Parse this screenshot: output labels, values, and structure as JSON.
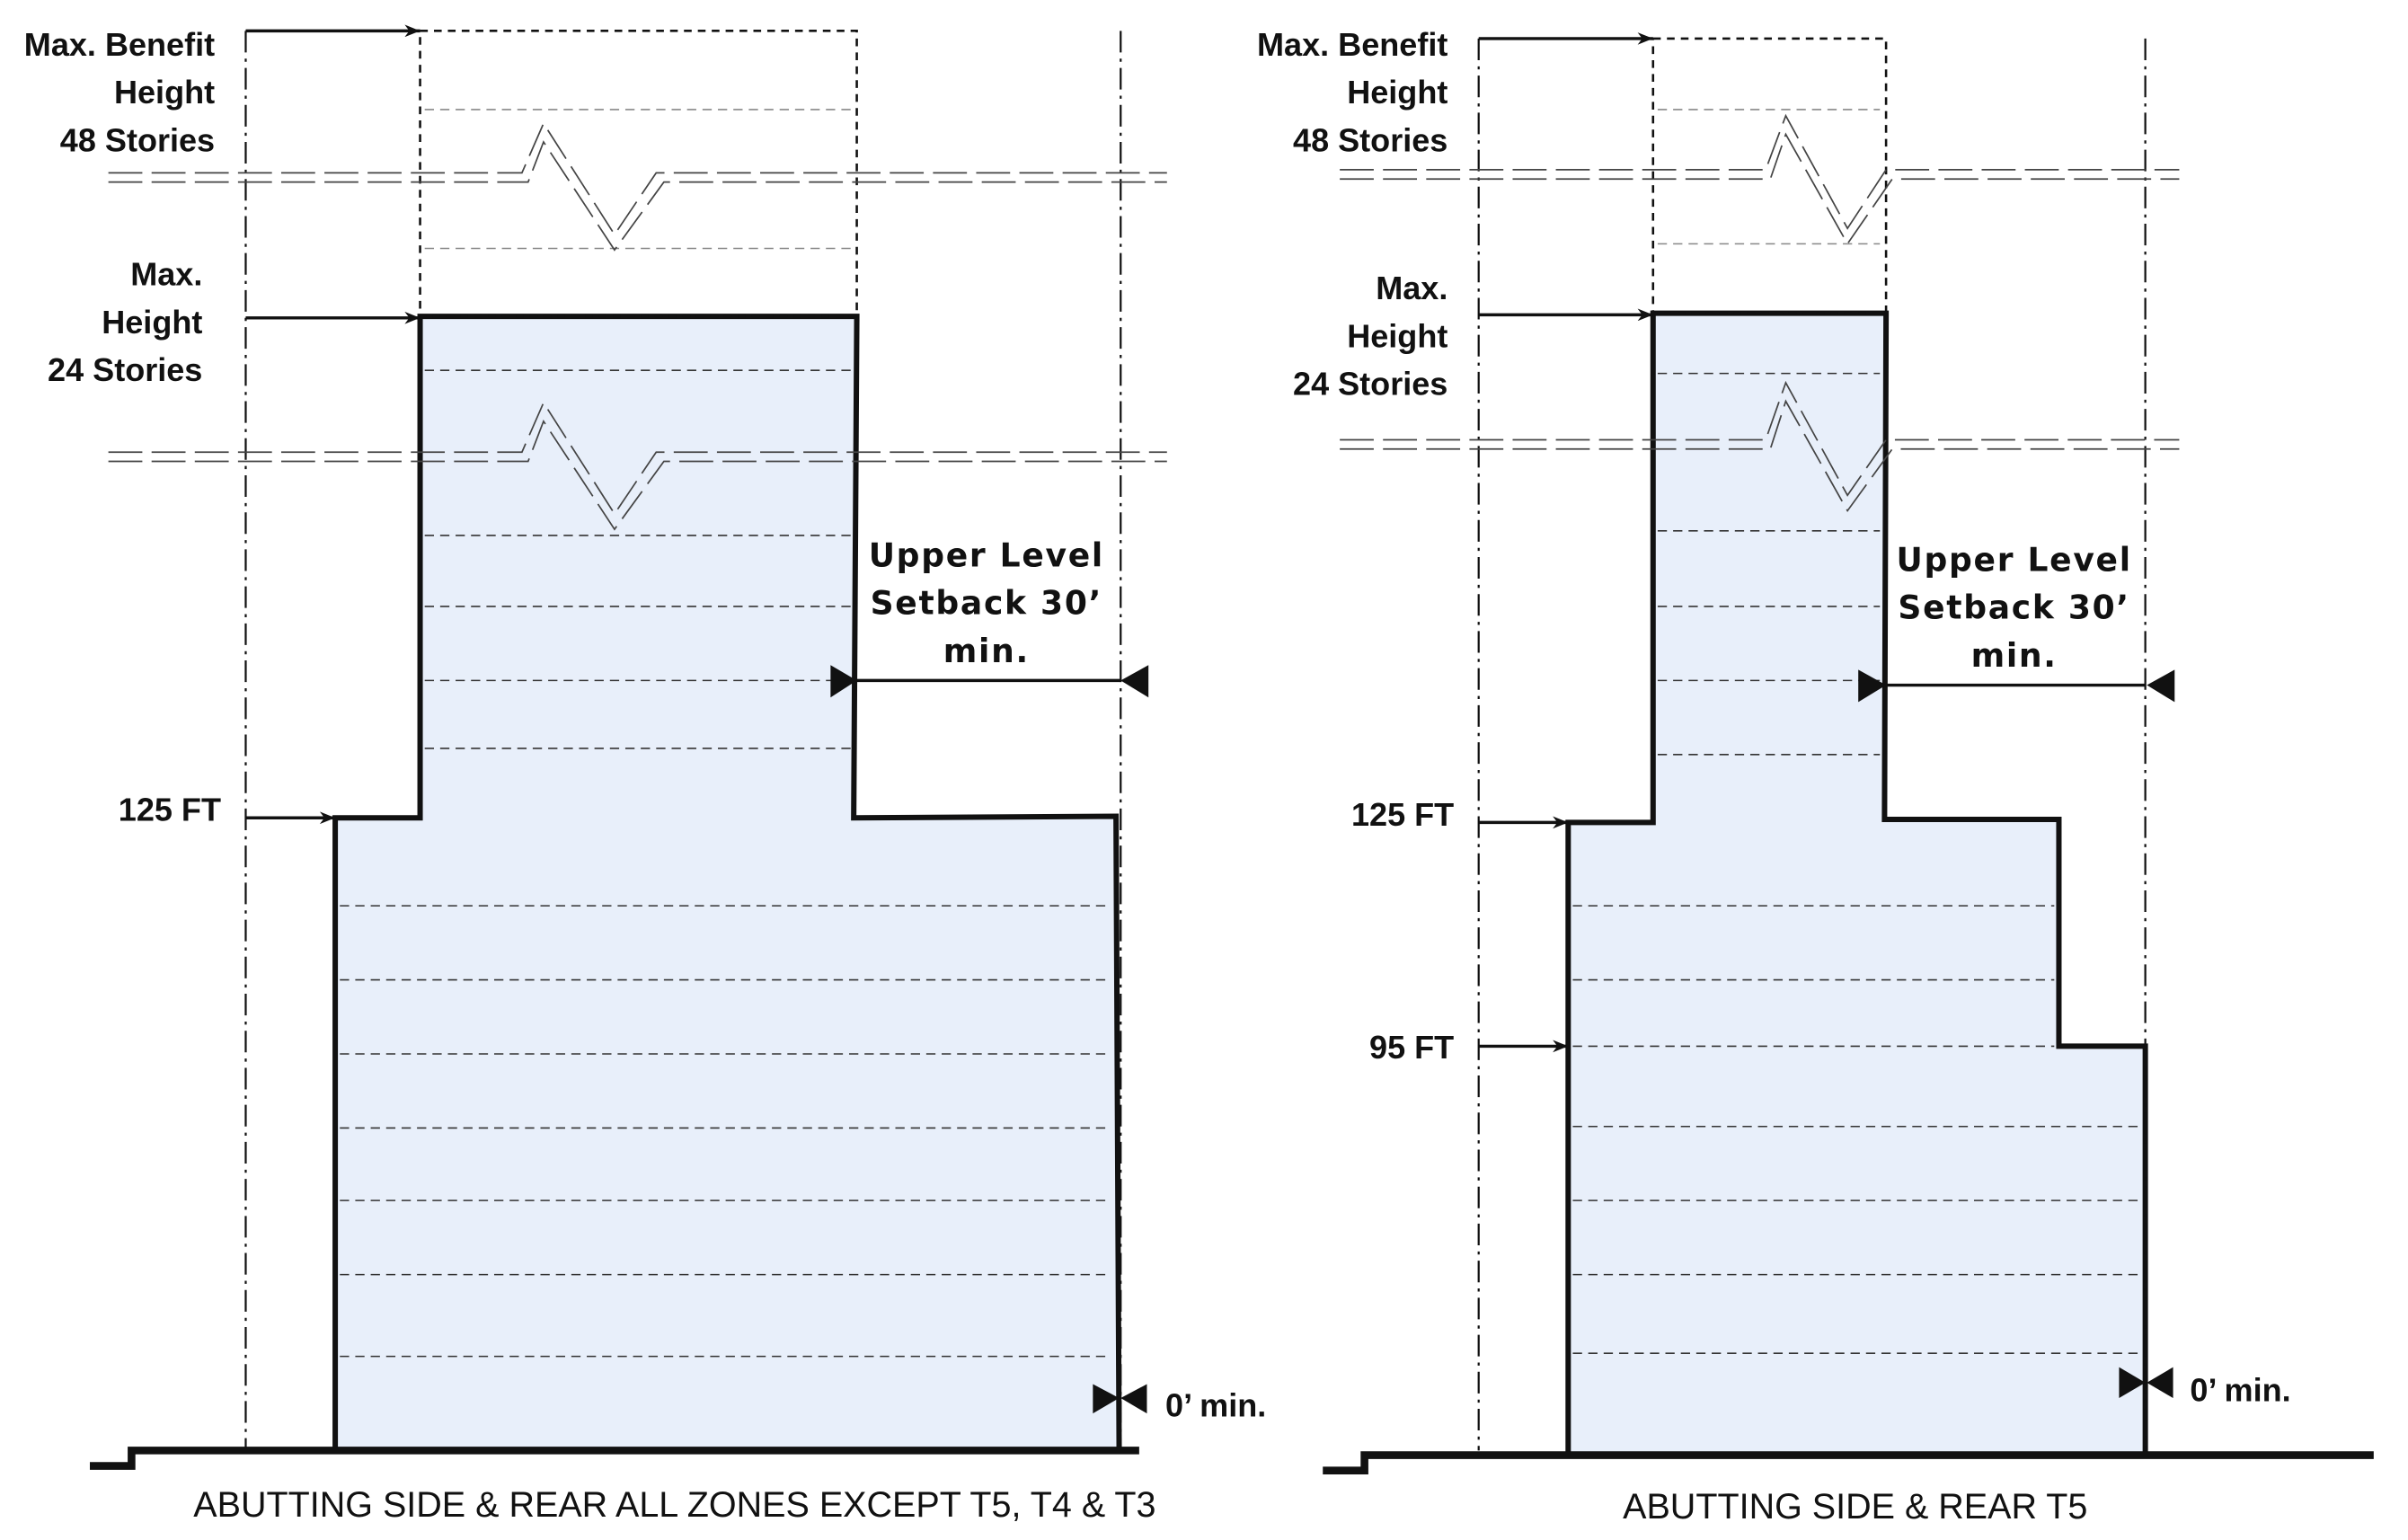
{
  "diagrams": [
    {
      "caption": "ABUTTING SIDE & REAR ALL ZONES EXCEPT T5, T4 & T3",
      "max_benefit": [
        "Max. Benefit",
        "Height",
        "48 Stories"
      ],
      "max_height": [
        "Max.",
        "Height",
        "24 Stories"
      ],
      "levels": [
        "125 FT"
      ],
      "setback": [
        "Upper Level",
        "Setback 30’",
        "min."
      ],
      "zero_min": "0’ min."
    },
    {
      "caption": "ABUTTING SIDE & REAR T5",
      "max_benefit": [
        "Max. Benefit",
        "Height",
        "48 Stories"
      ],
      "max_height": [
        "Max.",
        "Height",
        "24 Stories"
      ],
      "levels": [
        "125 FT",
        "95 FT"
      ],
      "setback": [
        "Upper Level",
        "Setback 30’",
        "min."
      ],
      "zero_min": "0’ min."
    }
  ],
  "colors": {
    "building_fill": "#e8effa",
    "line": "#111111"
  }
}
